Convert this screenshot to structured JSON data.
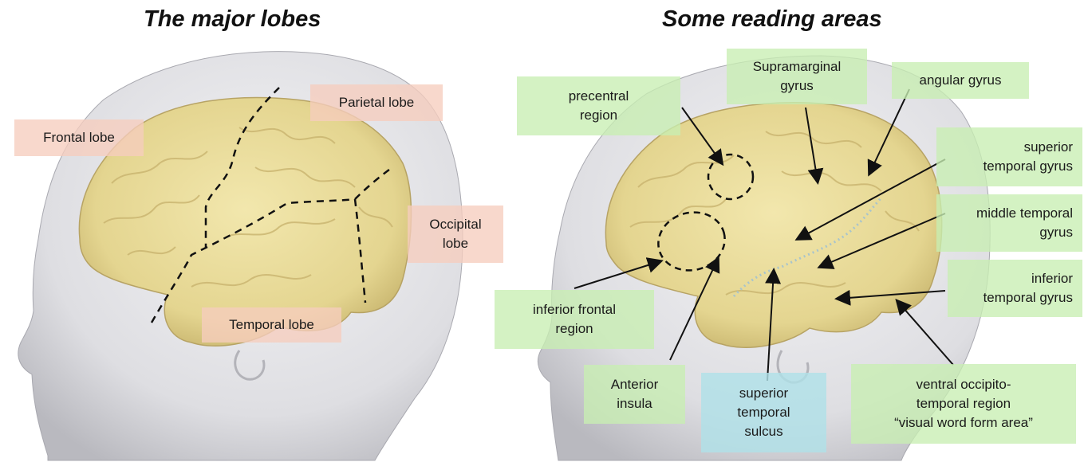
{
  "left_panel": {
    "title": "The major lobes",
    "labels": {
      "frontal": "Frontal lobe",
      "parietal": "Parietal lobe",
      "occipital": "Occipital\nlobe",
      "temporal": "Temporal lobe"
    }
  },
  "right_panel": {
    "title": "Some reading areas",
    "labels": {
      "precentral": "precentral\nregion",
      "supramarginal": "Supramarginal\ngyrus",
      "angular": "angular gyrus",
      "superior_temporal_gyrus": "superior\ntemporal gyrus",
      "middle_temporal_gyrus": "middle temporal\ngyrus",
      "inferior_temporal_gyrus": "inferior\ntemporal gyrus",
      "inferior_frontal": "inferior frontal\nregion",
      "anterior_insula": "Anterior\ninsula",
      "superior_temporal_sulcus": "superior\ntemporal\nsulcus",
      "ventral_occipito_temporal": "ventral occipito-\ntemporal region\n“visual word form area”"
    }
  },
  "colors": {
    "lobe_label_bg": "#f6cdbe",
    "reading_label_bg": "#c8eeb2",
    "sulcus_label_bg": "#b0e0e8",
    "brain": "#e9dc9a",
    "head": "#dcdcdf"
  }
}
